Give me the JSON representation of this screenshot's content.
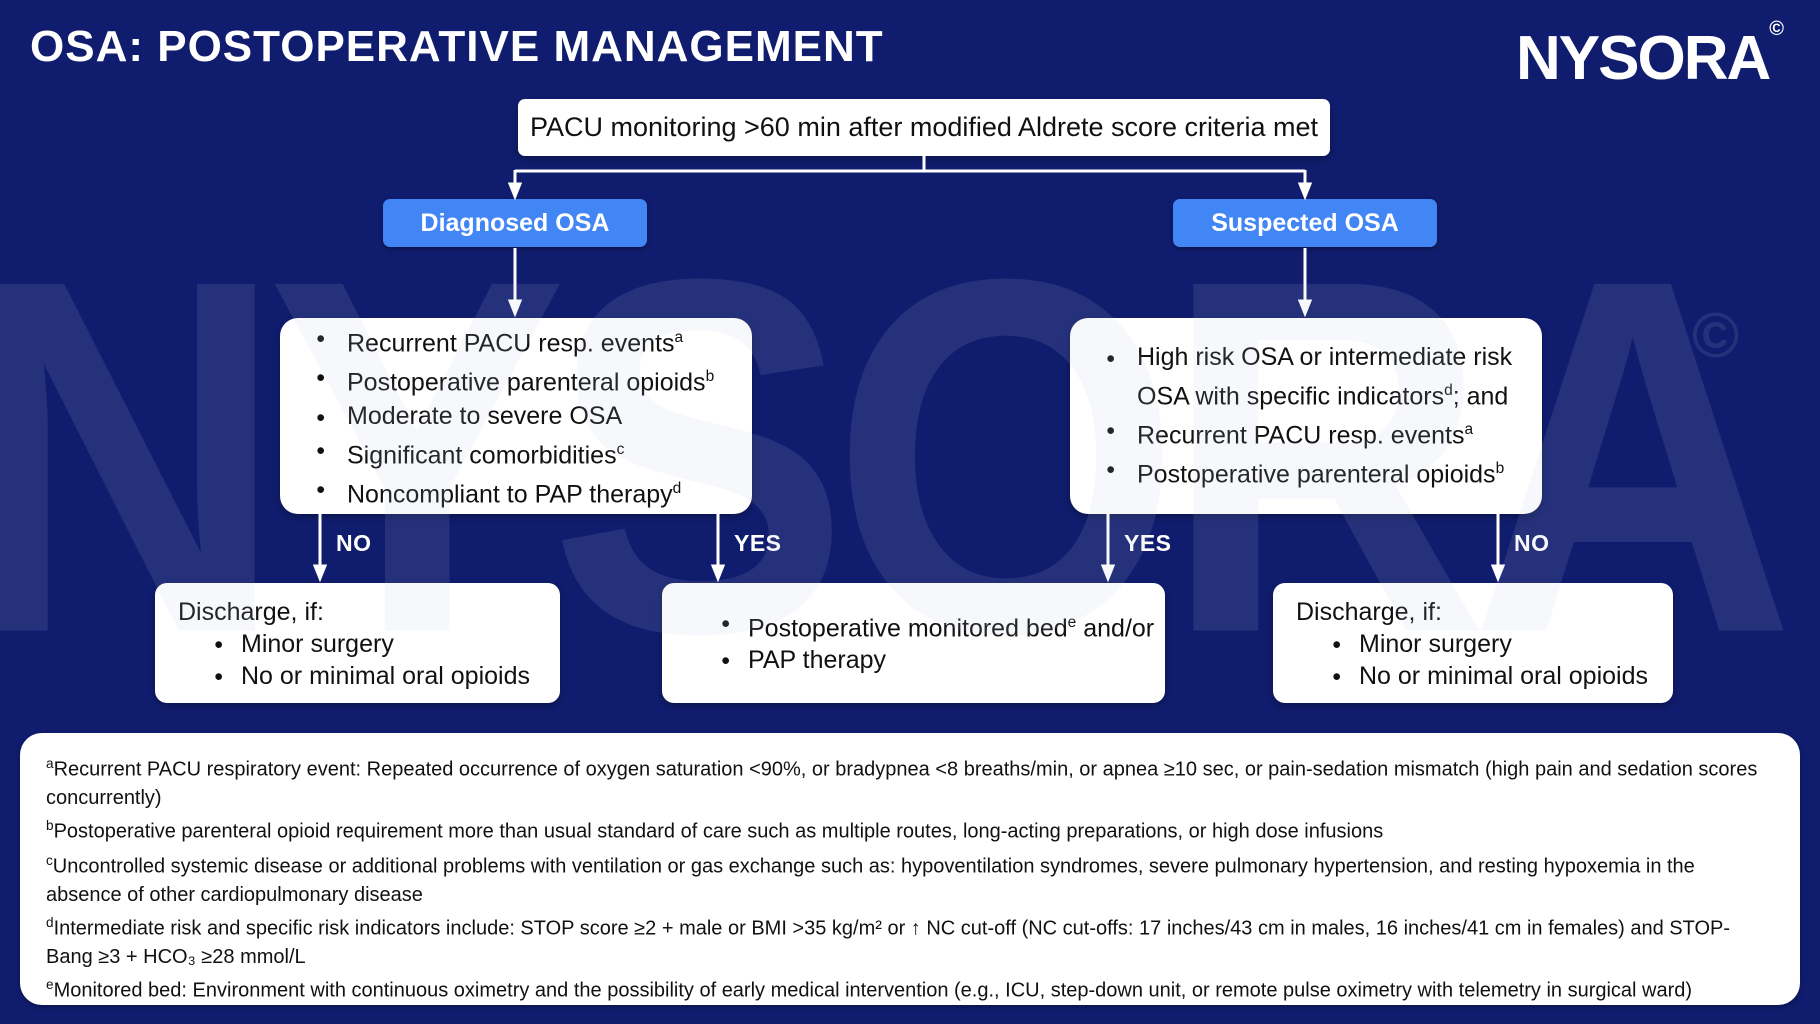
{
  "page": {
    "title": "OSA: POSTOPERATIVE MANAGEMENT",
    "brand": "NYSORA",
    "brand_mark": "©",
    "watermark": "NYSORA"
  },
  "colors": {
    "background": "#101d6e",
    "accent_blue": "#4285f4",
    "box_background": "#ffffff",
    "text_dark": "#111111",
    "text_light": "#ffffff"
  },
  "flow": {
    "root": {
      "label": "PACU monitoring >60 min after modified Aldrete score criteria met"
    },
    "branches": [
      {
        "id": "diagnosed",
        "button": "Diagnosed OSA",
        "criteria": [
          {
            "text": "Recurrent PACU resp. events",
            "sup": "a"
          },
          {
            "text": "Postoperative parenteral opioids",
            "sup": "b"
          },
          {
            "text": "Moderate to severe OSA"
          },
          {
            "text": "Significant comorbidities",
            "sup": "c"
          },
          {
            "text": "Noncompliant to PAP therapy",
            "sup": "d"
          }
        ],
        "edges": [
          {
            "label": "NO",
            "target": "discharge-left"
          },
          {
            "label": "YES",
            "target": "monitored-bed"
          }
        ]
      },
      {
        "id": "suspected",
        "button": "Suspected OSA",
        "criteria": [
          {
            "text": "High risk OSA or intermediate risk OSA with specific indicators",
            "sup": "d",
            "suffix": "; and"
          },
          {
            "text": "Recurrent PACU resp. events",
            "sup": "a"
          },
          {
            "text": "Postoperative parenteral opioids",
            "sup": "b"
          }
        ],
        "edges": [
          {
            "label": "YES",
            "target": "monitored-bed"
          },
          {
            "label": "NO",
            "target": "discharge-right"
          }
        ]
      }
    ],
    "outcomes": [
      {
        "id": "discharge-left",
        "title": "Discharge, if:",
        "items": [
          {
            "text": "Minor surgery"
          },
          {
            "text": "No or minimal oral opioids"
          }
        ]
      },
      {
        "id": "monitored-bed",
        "title": "",
        "items": [
          {
            "text": "Postoperative monitored bed",
            "sup": "e",
            "suffix": " and/or"
          },
          {
            "text": "PAP therapy"
          }
        ]
      },
      {
        "id": "discharge-right",
        "title": "Discharge, if:",
        "items": [
          {
            "text": "Minor surgery"
          },
          {
            "text": "No or minimal oral opioids"
          }
        ]
      }
    ]
  },
  "footnotes": [
    {
      "marker": "a",
      "text": "Recurrent PACU respiratory event: Repeated occurrence of oxygen saturation <90%, or bradypnea <8 breaths/min, or apnea ≥10 sec, or pain-sedation mismatch (high pain and sedation scores concurrently)"
    },
    {
      "marker": "b",
      "text": "Postoperative parenteral opioid requirement more than usual standard of care such as multiple routes, long-acting preparations, or high dose infusions"
    },
    {
      "marker": "c",
      "text": "Uncontrolled systemic disease or additional problems with ventilation or gas exchange such as: hypoventilation syndromes, severe pulmonary hypertension, and resting hypoxemia in the absence of other cardiopulmonary disease"
    },
    {
      "marker": "d",
      "text": "Intermediate risk and specific risk indicators include: STOP score ≥2 + male or BMI >35 kg/m² or ↑ NC cut-off (NC cut-offs: 17 inches/43 cm in males, 16 inches/41 cm in females) and STOP-Bang ≥3 + HCO₃ ≥28 mmol/L"
    },
    {
      "marker": "e",
      "text": "Monitored bed: Environment with continuous oximetry and the possibility of early medical intervention (e.g., ICU, step-down unit, or remote pulse oximetry with telemetry in surgical ward)"
    }
  ]
}
